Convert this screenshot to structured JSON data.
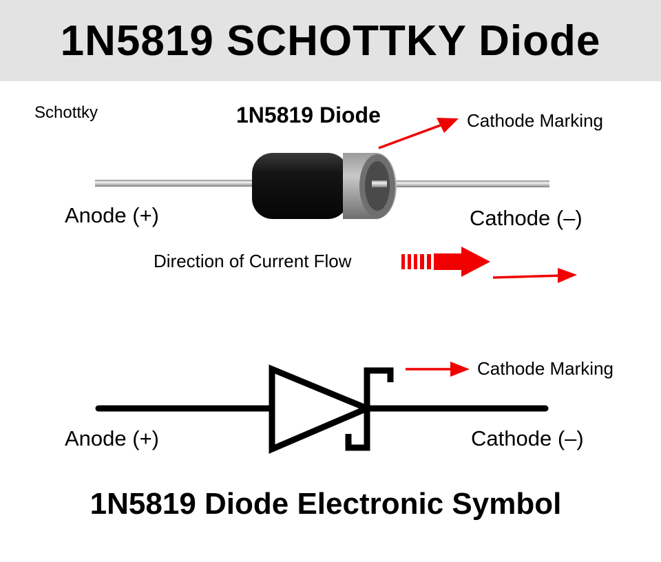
{
  "title": "1N5819 SCHOTTKY Diode",
  "photo": {
    "type_label": "Schottky",
    "component_label": "1N5819 Diode",
    "cathode_marking_label": "Cathode Marking",
    "anode_label": "Anode (+)",
    "cathode_label": "Cathode (–)",
    "current_flow_label": "Direction of Current Flow"
  },
  "symbol": {
    "cathode_marking_label": "Cathode Marking",
    "anode_label": "Anode (+)",
    "cathode_label": "Cathode (–)",
    "caption": "1N5819 Diode Electronic Symbol"
  },
  "colors": {
    "header_bg": "#e3e3e3",
    "arrow": "#f00000",
    "body": "#111111",
    "band": "#a8a8a8",
    "lead": "#c4c4c4"
  }
}
